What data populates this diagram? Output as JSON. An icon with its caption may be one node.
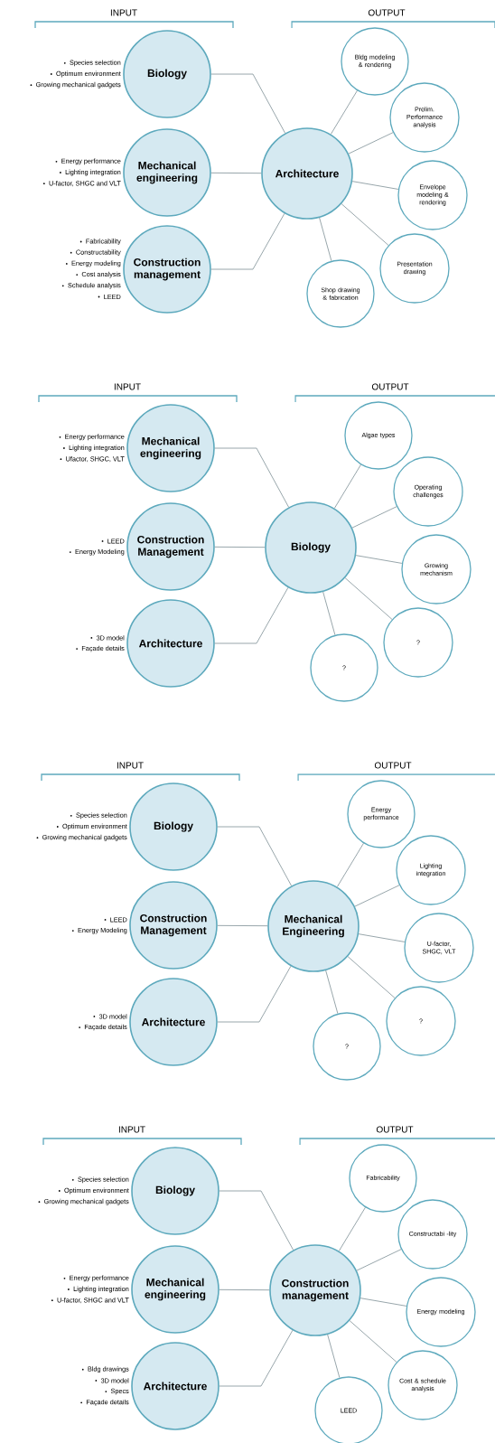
{
  "diagram": {
    "nodes": [
      {
        "text": [
          "Biology"
        ],
        "beside": [
          "Species selection",
          "Optimum environment",
          "Growing mechanical gadgets"
        ]
      },
      {
        "text": [
          "Mechanical engineering"
        ],
        "beside": [
          "Energy performance",
          "Lighting integration",
          "U-factor, SHGC and VLT"
        ]
      },
      {
        "text": [
          "Construction management"
        ],
        "beside": [
          "Fabricability",
          "Constructability",
          "Energy modeling",
          "Cost analysis",
          "Schedule analysis",
          "LEED"
        ]
      },
      {
        "text": [
          "Architecture"
        ]
      },
      {
        "text": [
          "Bldg modeling & rendering"
        ]
      },
      {
        "text": [
          "Prelim. Performance analysis"
        ]
      },
      {
        "text": [
          "Envelope modeling & rendering"
        ]
      },
      {
        "text": [
          "Presentation drawing"
        ]
      },
      {
        "text": [
          "Shop drawing & fabrication"
        ]
      },
      {
        "text": [
          "Mechanical engineering"
        ],
        "beside": [
          "Energy performance",
          "Lighting integration",
          "Ufactor, SHGC, VLT"
        ]
      },
      {
        "text": [
          "Construction Management"
        ],
        "beside": [
          "LEED",
          "Energy Modeling"
        ]
      },
      {
        "text": [
          "Architecture"
        ],
        "beside": [
          "3D model",
          "Façade details"
        ]
      },
      {
        "text": [
          "Biology"
        ]
      },
      {
        "text": [
          "Algae types"
        ]
      },
      {
        "text": [
          "Operating challenges"
        ]
      },
      {
        "text": [
          "Growing mechanism"
        ]
      },
      {
        "text": [
          "?"
        ]
      },
      {
        "text": [
          "?"
        ]
      },
      {
        "text": [
          "Biology"
        ],
        "beside": [
          "Species selection",
          "Optimum environment",
          "Growing mechanical gadgets"
        ]
      },
      {
        "text": [
          "Construction Management"
        ],
        "beside": [
          "LEED",
          "Energy Modeling"
        ]
      },
      {
        "text": [
          "Architecture"
        ],
        "beside": [
          "3D model",
          "Façade details"
        ]
      },
      {
        "text": [
          "Mechanical Engineering"
        ]
      },
      {
        "text": [
          "Energy performance"
        ]
      },
      {
        "text": [
          "Lighting integration"
        ]
      },
      {
        "text": [
          "U-factor, SHGC, VLT"
        ]
      },
      {
        "text": [
          "?"
        ]
      },
      {
        "text": [
          "?"
        ]
      },
      {
        "text": [
          "Biology"
        ],
        "beside": [
          "Species selection",
          "Optimum environment",
          "Growing mechanical gadgets"
        ]
      },
      {
        "text": [
          "Mechanical engineering"
        ],
        "beside": [
          "Energy performance",
          "Lighting integration",
          "U-factor, SHGC and VLT"
        ]
      },
      {
        "text": [
          "Architecture"
        ],
        "beside": [
          "Bldg drawings",
          "3D model",
          "Specs",
          "Façade details"
        ]
      },
      {
        "text": [
          "Construction management"
        ]
      },
      {
        "text": [
          "Fabricability"
        ]
      },
      {
        "text": [
          "Constructabi -lity"
        ]
      },
      {
        "text": [
          "Energy modeling"
        ]
      },
      {
        "text": [
          "Cost & schedule analysis"
        ]
      },
      {
        "text": [
          "LEED"
        ]
      }
    ],
    "edges": [
      {
        "from": 0,
        "to": 3,
        "arrow": "none"
      },
      {
        "from": 1,
        "to": 3,
        "arrow": "none"
      },
      {
        "from": 2,
        "to": 3,
        "arrow": "none"
      },
      {
        "from": 3,
        "to": 4,
        "arrow": "none"
      },
      {
        "from": 3,
        "to": 5,
        "arrow": "none"
      },
      {
        "from": 3,
        "to": 6,
        "arrow": "none"
      },
      {
        "from": 3,
        "to": 7,
        "arrow": "none"
      },
      {
        "from": 3,
        "to": 8,
        "arrow": "none"
      },
      {
        "from": 9,
        "to": 12,
        "arrow": "none"
      },
      {
        "from": 10,
        "to": 12,
        "arrow": "none"
      },
      {
        "from": 11,
        "to": 12,
        "arrow": "none"
      },
      {
        "from": 12,
        "to": 13,
        "arrow": "none"
      },
      {
        "from": 12,
        "to": 14,
        "arrow": "none"
      },
      {
        "from": 12,
        "to": 15,
        "arrow": "none"
      },
      {
        "from": 12,
        "to": 16,
        "arrow": "none"
      },
      {
        "from": 12,
        "to": 17,
        "arrow": "none"
      },
      {
        "from": 18,
        "to": 21,
        "arrow": "none"
      },
      {
        "from": 19,
        "to": 21,
        "arrow": "none"
      },
      {
        "from": 20,
        "to": 21,
        "arrow": "none"
      },
      {
        "from": 21,
        "to": 22,
        "arrow": "none"
      },
      {
        "from": 21,
        "to": 23,
        "arrow": "none"
      },
      {
        "from": 21,
        "to": 24,
        "arrow": "none"
      },
      {
        "from": 21,
        "to": 25,
        "arrow": "none"
      },
      {
        "from": 21,
        "to": 26,
        "arrow": "none"
      },
      {
        "from": 27,
        "to": 30,
        "arrow": "none"
      },
      {
        "from": 28,
        "to": 30,
        "arrow": "none"
      },
      {
        "from": 29,
        "to": 30,
        "arrow": "none"
      },
      {
        "from": 30,
        "to": 31,
        "arrow": "none"
      },
      {
        "from": 30,
        "to": 32,
        "arrow": "none"
      },
      {
        "from": 30,
        "to": 33,
        "arrow": "none"
      },
      {
        "from": 30,
        "to": 34,
        "arrow": "none"
      },
      {
        "from": 30,
        "to": 35,
        "arrow": "none"
      }
    ],
    "labels": [
      "INPUT",
      "OUTPUT",
      "INPUT",
      "OUTPUT",
      "INPUT",
      "OUTPUT",
      "INPUT",
      "OUTPUT"
    ]
  }
}
